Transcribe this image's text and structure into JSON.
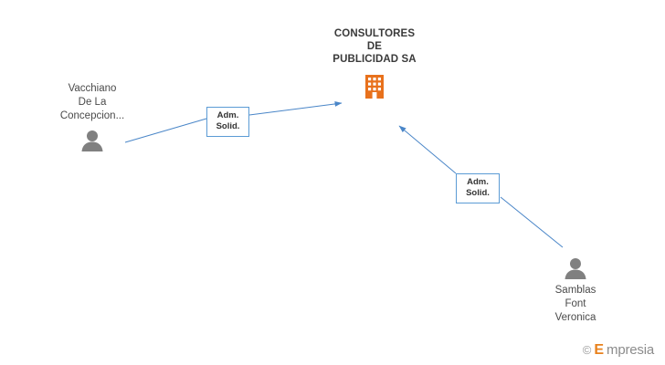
{
  "diagram": {
    "company": {
      "name": "CONSULTORES DE PUBLICIDAD SA",
      "name_lines": [
        "CONSULTORES",
        "DE",
        "PUBLICIDAD SA"
      ],
      "icon": "building-icon",
      "icon_color": "#e8711c"
    },
    "people": [
      {
        "id": "left",
        "name": "Vacchiano De La Concepcion...",
        "name_lines": [
          "Vacchiano",
          "De La",
          "Concepcion..."
        ],
        "icon": "person-icon",
        "icon_color": "#808080"
      },
      {
        "id": "right",
        "name": "Samblas Font Veronica",
        "name_lines": [
          "Samblas",
          "Font",
          "Veronica"
        ],
        "icon": "person-icon",
        "icon_color": "#808080"
      }
    ],
    "relations": [
      {
        "id": "left",
        "label": "Adm. Solid.",
        "label_lines": [
          "Adm.",
          "Solid."
        ],
        "from": "Vacchiano De La Concepcion...",
        "to": "CONSULTORES DE PUBLICIDAD SA"
      },
      {
        "id": "right",
        "label": "Adm. Solid.",
        "label_lines": [
          "Adm.",
          "Solid."
        ],
        "from": "Samblas Font Veronica",
        "to": "CONSULTORES DE PUBLICIDAD SA"
      }
    ],
    "link_color": "#4a86c8",
    "watermark": {
      "copyright": "©",
      "brand_initial": "E",
      "brand_rest": "mpresia"
    }
  }
}
